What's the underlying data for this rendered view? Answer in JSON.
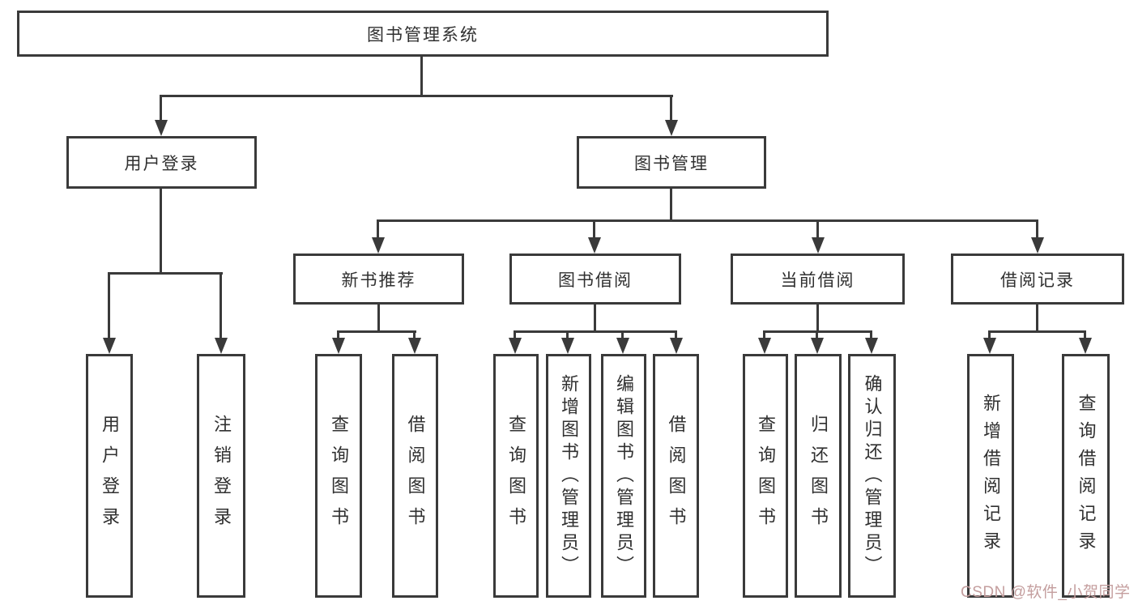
{
  "diagram": {
    "title": "图书管理系统",
    "level1": {
      "user_login": "用户登录",
      "book_mgmt": "图书管理"
    },
    "level2": {
      "new_book_rec": "新书推荐",
      "book_borrow": "图书借阅",
      "current_borrow": "当前借阅",
      "borrow_record": "借阅记录"
    },
    "leaves": {
      "ul_login": "用户登录",
      "ul_logout": "注销登录",
      "nb_query": "查询图书",
      "nb_borrow": "借阅图书",
      "bb_query": "查询图书",
      "bb_add": "新增图书（管理员）",
      "bb_edit": "编辑图书（管理员）",
      "bb_borrow": "借阅图书",
      "cb_query": "查询图书",
      "cb_return": "归还图书",
      "cb_confirm": "确认归还（管理员）",
      "br_add": "新增借阅记录",
      "br_query": "查询借阅记录"
    }
  },
  "watermark": {
    "text": "CSDN @软件_小贺同学",
    "color": "#c49e9e"
  },
  "colors": {
    "line": "#3a3a3a",
    "text": "#303030",
    "background": "#ffffff"
  }
}
